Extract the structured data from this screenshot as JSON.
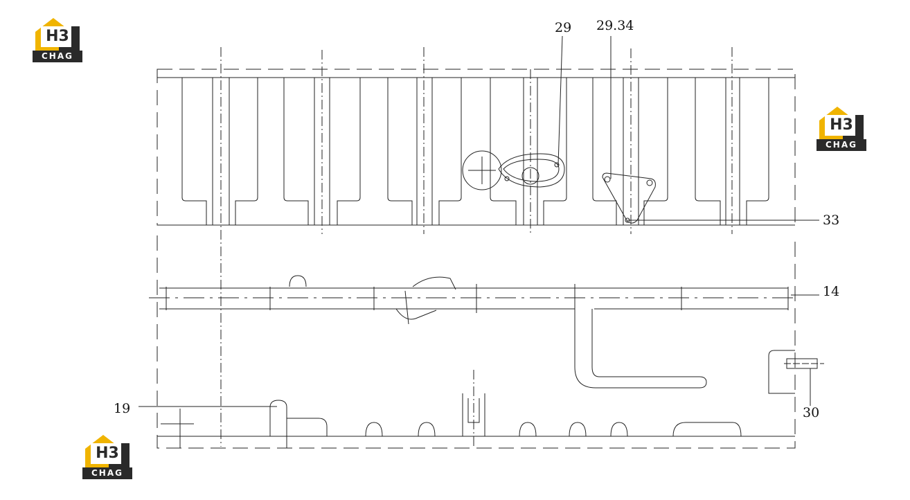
{
  "logos": [
    {
      "mark": "H3",
      "text": "CHAG"
    },
    {
      "mark": "H3",
      "text": "CHAG"
    },
    {
      "mark": "H3",
      "text": "CHAG"
    }
  ],
  "callouts": {
    "c29": "29",
    "c2934": "29.34",
    "c33": "33",
    "c14": "14",
    "c19": "19",
    "c30": "30"
  },
  "colors": {
    "line": "#222222",
    "logo_yellow": "#f0b400",
    "logo_dark": "#2a2a2a"
  }
}
